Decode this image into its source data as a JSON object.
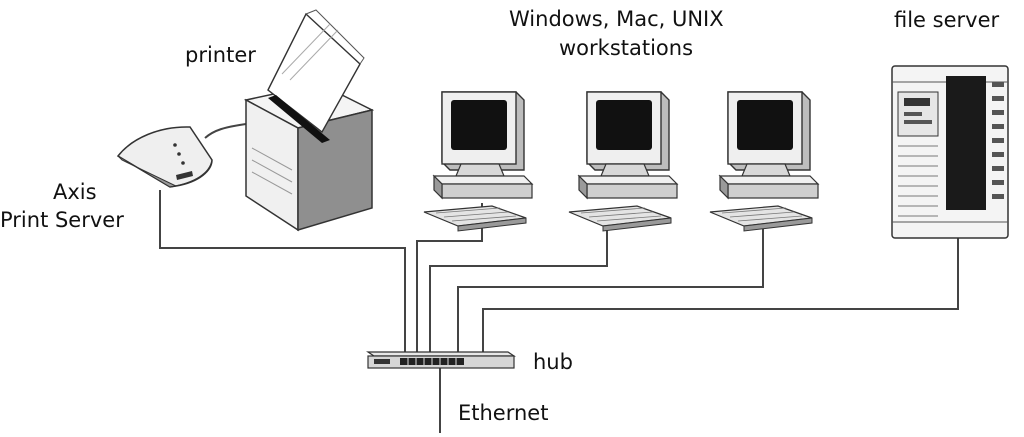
{
  "labels": {
    "printer": "printer",
    "workstations_line1": "Windows, Mac, UNIX",
    "workstations_line2": "workstations",
    "file_server": "file server",
    "print_server_line1": "Axis",
    "print_server_line2": "Print Server",
    "hub": "hub",
    "ethernet": "Ethernet"
  },
  "icons": {
    "printer": "printer-icon",
    "print_server": "print-server-icon",
    "workstation": "workstation-icon",
    "file_server": "file-server-icon",
    "hub": "hub-icon"
  },
  "colors": {
    "line": "#444444",
    "screen": "#111111",
    "device_light": "#f4f4f4",
    "device_shade": "#bdbdbd",
    "device_dark": "#8a8a8a"
  }
}
